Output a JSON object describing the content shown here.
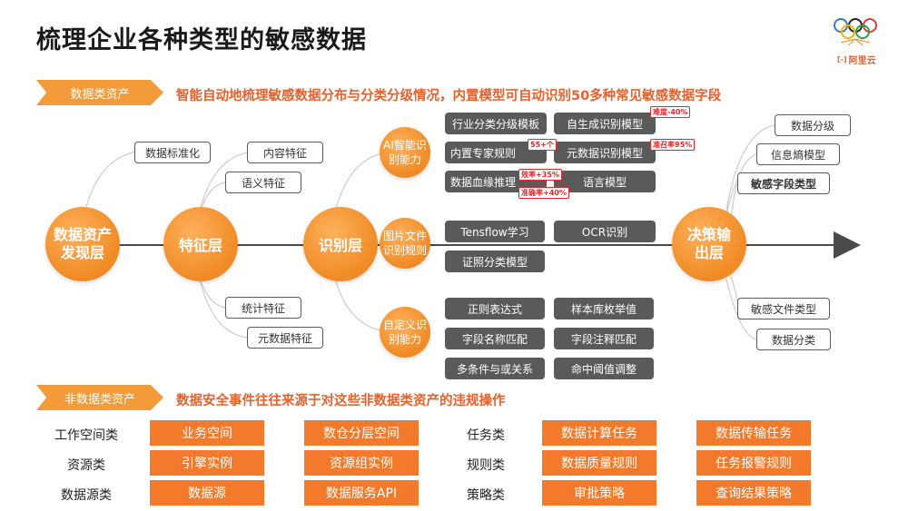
{
  "title": "梳理企业各种类型的敏感数据",
  "logo": {
    "name": "阿里云",
    "bracket": "[-]"
  },
  "data_assets": {
    "banner": "数据类资产",
    "subtitle": "智能自动地梳理敏感数据分布与分类分级情况，内置模型可自动识别50多种常见敏感数据字段"
  },
  "flow": {
    "discovery": "数据资产发现层",
    "feature": "特征层",
    "recognition": "识别层",
    "decision": "决策输出层",
    "standardize": "数据标准化",
    "feature_items": [
      "内容特征",
      "语义特征",
      "统计特征",
      "元数据特征"
    ]
  },
  "ai": {
    "node": "AI智能识别能力",
    "items": [
      "行业分类分级模板",
      "自生成识别模型",
      "内置专家规则",
      "元数据识别模型",
      "数据血缘推理",
      "语言模型"
    ],
    "tags": {
      "difficulty": "难度-40%",
      "count": "55+个",
      "recall": "准召率95%",
      "efficiency": "效率+35%",
      "accuracy": "准确率+40%"
    }
  },
  "image": {
    "node": "图片文件识别规则",
    "items": [
      "Tensflow学习",
      "OCR识别",
      "证照分类模型"
    ]
  },
  "custom": {
    "node": "自定义识别能力",
    "items": [
      "正则表达式",
      "样本库枚举值",
      "字段名称匹配",
      "字段注释匹配",
      "多条件与或关系",
      "命中阈值调整"
    ]
  },
  "output": {
    "upper": [
      "数据分级",
      "信息熵模型",
      "敏感字段类型"
    ],
    "lower": [
      "敏感文件类型",
      "数据分类"
    ]
  },
  "non_data": {
    "banner": "非数据类资产",
    "subtitle": "数据安全事件往往来源于对这些非数据类资产的违规操作",
    "rows": [
      {
        "left_label": "工作空间类",
        "left": [
          "业务空间",
          "数仓分层空间"
        ],
        "right_label": "任务类",
        "right": [
          "数据计算任务",
          "数据传输任务"
        ]
      },
      {
        "left_label": "资源类",
        "left": [
          "引擎实例",
          "资源组实例"
        ],
        "right_label": "规则类",
        "right": [
          "数据质量规则",
          "任务报警规则"
        ]
      },
      {
        "left_label": "数据源类",
        "left": [
          "数据源",
          "数据服务API"
        ],
        "right_label": "策略类",
        "right": [
          "审批策略",
          "查询结果策略"
        ]
      }
    ]
  },
  "colors": {
    "orange": "#f08a24",
    "banner": "#f39a3b",
    "accent_text": "#e8612c",
    "pill": "#5a5a5a",
    "box": "#f37a2b",
    "tag_red": "#e8262c"
  }
}
